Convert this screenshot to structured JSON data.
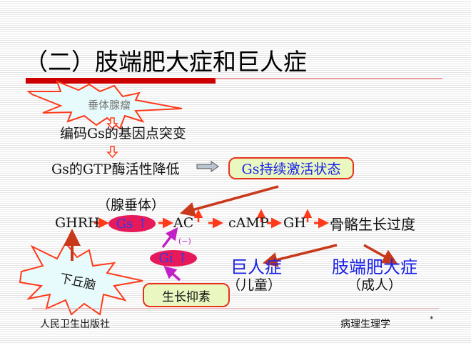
{
  "title": "（二）肢端肥大症和巨人症",
  "burst_top": "垂体腺瘤",
  "step1": "编码Gs的基因点突变",
  "step2": "Gs的GTP酶活性降低",
  "state_box": "Gs持续激活状态",
  "pituitary": "（腺垂体）",
  "pathway": {
    "ghrh": "GHRH",
    "gs": "Gs",
    "ac": "AC",
    "camp": "cAMP",
    "gh": "GH",
    "bone": "骨骼生长过度",
    "up": "↑"
  },
  "gi": "Gi",
  "inhibit": "(−)",
  "burst_bottom": "下丘脑",
  "somatostatin": "生长抑素",
  "outcome_child": {
    "name": "巨人症",
    "who": "（儿童）"
  },
  "outcome_adult": {
    "name": "肢端肥大症",
    "who": "（成人）"
  },
  "footer": {
    "publisher": "人民卫生出版社",
    "subject": "病理生理学",
    "mark": "*"
  },
  "colors": {
    "accent_red": "#cc0000",
    "arrow_red": "#c8381a",
    "blue_text": "#1a22e8",
    "purple": "#c21fc7"
  }
}
